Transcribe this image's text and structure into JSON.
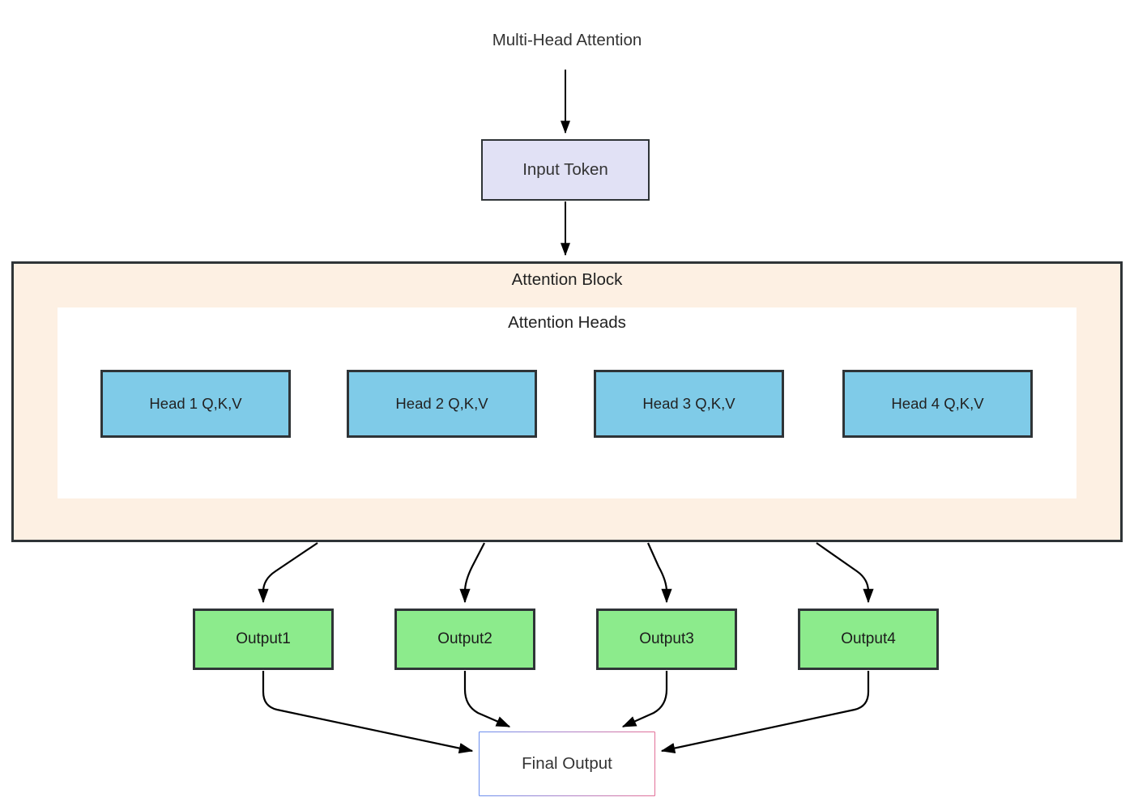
{
  "diagram": {
    "title": "Multi-Head Attention",
    "input": {
      "label": "Input Token"
    },
    "attention_block": {
      "label": "Attention Block",
      "heads_container": {
        "label": "Attention Heads",
        "heads": [
          {
            "label": "Head 1 Q,K,V"
          },
          {
            "label": "Head 2 Q,K,V"
          },
          {
            "label": "Head 3 Q,K,V"
          },
          {
            "label": "Head 4 Q,K,V"
          }
        ]
      }
    },
    "outputs": [
      {
        "label": "Output1"
      },
      {
        "label": "Output2"
      },
      {
        "label": "Output3"
      },
      {
        "label": "Output4"
      }
    ],
    "final_output": {
      "label": "Final Output"
    },
    "colors": {
      "canvas": "#ffffff",
      "input_token_fill": "#e1e1f5",
      "attention_block_fill": "#fdf0e3",
      "heads_container_fill": "#ffffff",
      "head_fill": "#7fcbe8",
      "output_fill": "#8ceb8c",
      "final_output_fill": "#ffffff",
      "box_stroke": "#2f3437",
      "gradient_start": "#2b5fe8",
      "gradient_end": "#d6336c",
      "edge_stroke": "#000000",
      "text": "#333333"
    },
    "edges": [
      {
        "from": "title",
        "to": "input-token",
        "kind": "straight-arrow"
      },
      {
        "from": "input-token",
        "to": "attention-block",
        "kind": "straight-arrow"
      },
      {
        "from": "attention-block",
        "to": "output1",
        "kind": "curved-arrow"
      },
      {
        "from": "attention-block",
        "to": "output2",
        "kind": "curved-arrow"
      },
      {
        "from": "attention-block",
        "to": "output3",
        "kind": "curved-arrow"
      },
      {
        "from": "attention-block",
        "to": "output4",
        "kind": "curved-arrow"
      },
      {
        "from": "output1",
        "to": "final-output",
        "kind": "curved-arrow"
      },
      {
        "from": "output2",
        "to": "final-output",
        "kind": "curved-arrow"
      },
      {
        "from": "output3",
        "to": "final-output",
        "kind": "curved-arrow"
      },
      {
        "from": "output4",
        "to": "final-output",
        "kind": "curved-arrow"
      }
    ]
  }
}
